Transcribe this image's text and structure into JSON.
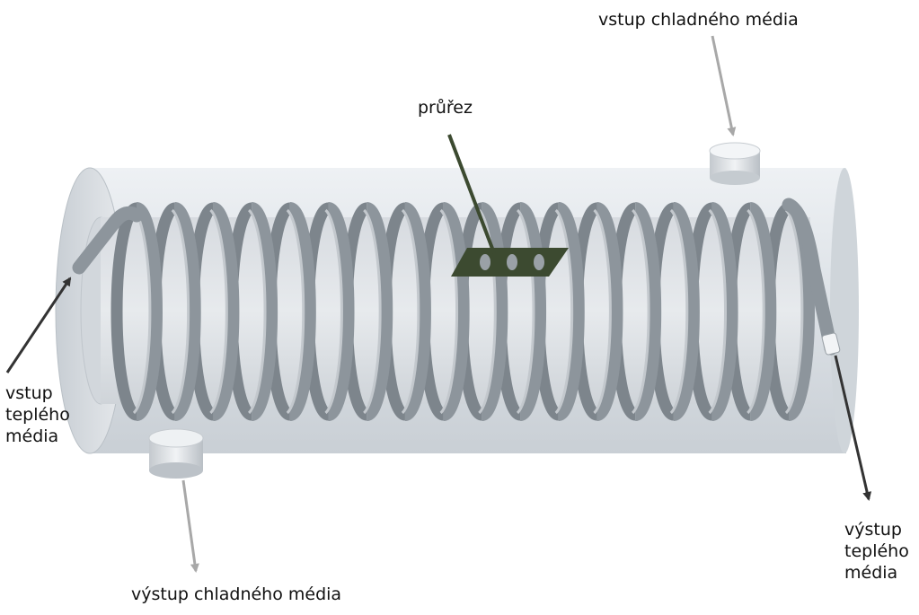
{
  "labels": {
    "cold_inlet": "vstup chladného média",
    "cold_outlet": "výstup chladného média",
    "cross_section": "průřez",
    "hot_inlet": [
      "vstup",
      "teplého",
      "média"
    ],
    "hot_outlet": [
      "výstup",
      "teplého",
      "média"
    ]
  },
  "colors": {
    "shell": "#dfe4e9",
    "coil": "#8d959c",
    "cross_section_fill": "#3c4a30",
    "hot_arrow": "#333333",
    "cold_arrow": "#a8a8a8"
  },
  "coil_turns": 18
}
